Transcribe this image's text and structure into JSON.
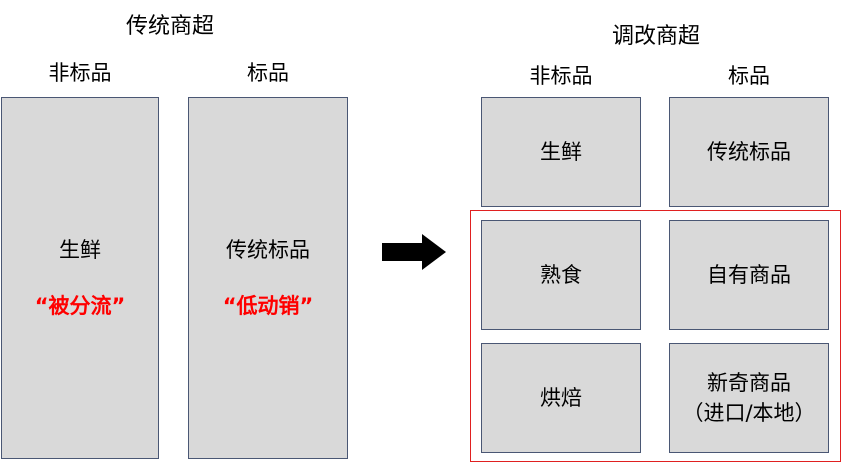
{
  "left": {
    "title": "传统商超",
    "headers": [
      "非标品",
      "标品"
    ],
    "boxes": [
      {
        "label": "生鲜",
        "note": "“被分流”"
      },
      {
        "label": "传统标品",
        "note": "“低动销”"
      }
    ]
  },
  "right": {
    "title": "调改商超",
    "headers": [
      "非标品",
      "标品"
    ],
    "boxes": [
      {
        "label": "生鲜"
      },
      {
        "label": "传统标品"
      },
      {
        "label": "熟食"
      },
      {
        "label": "自有商品"
      },
      {
        "label": "烘焙"
      },
      {
        "label": "新奇商品",
        "label2": "（进口/本地）"
      }
    ]
  },
  "colors": {
    "box_fill": "#d9d9d9",
    "box_border": "#4a5774",
    "highlight": "#ff0000"
  }
}
